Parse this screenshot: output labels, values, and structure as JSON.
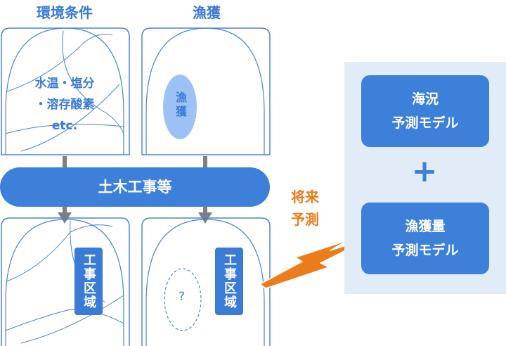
{
  "labels": {
    "env": "環境条件",
    "catch": "漁獲"
  },
  "env_panel": {
    "line1": "水温・塩分",
    "line2": "・溶存酸素",
    "line3": "etc."
  },
  "fish_oval": {
    "text": "漁獲"
  },
  "band": {
    "text": "土木工事等"
  },
  "work_area": {
    "text": "工事区域"
  },
  "unknown": {
    "text": "?"
  },
  "forecast": {
    "line1": "将来",
    "line2": "予測"
  },
  "models": {
    "ocean": {
      "line1": "海況",
      "line2": "予測モデル"
    },
    "plus": "+",
    "catch": {
      "line1": "漁獲量",
      "line2": "予測モデル"
    }
  },
  "colors": {
    "blue": "#3d80d9",
    "light_blue": "#e2ecf8",
    "orange": "#ee7b1a",
    "grey_arrow": "#7f7f7f",
    "oval_fill": "#9ec1f5"
  }
}
